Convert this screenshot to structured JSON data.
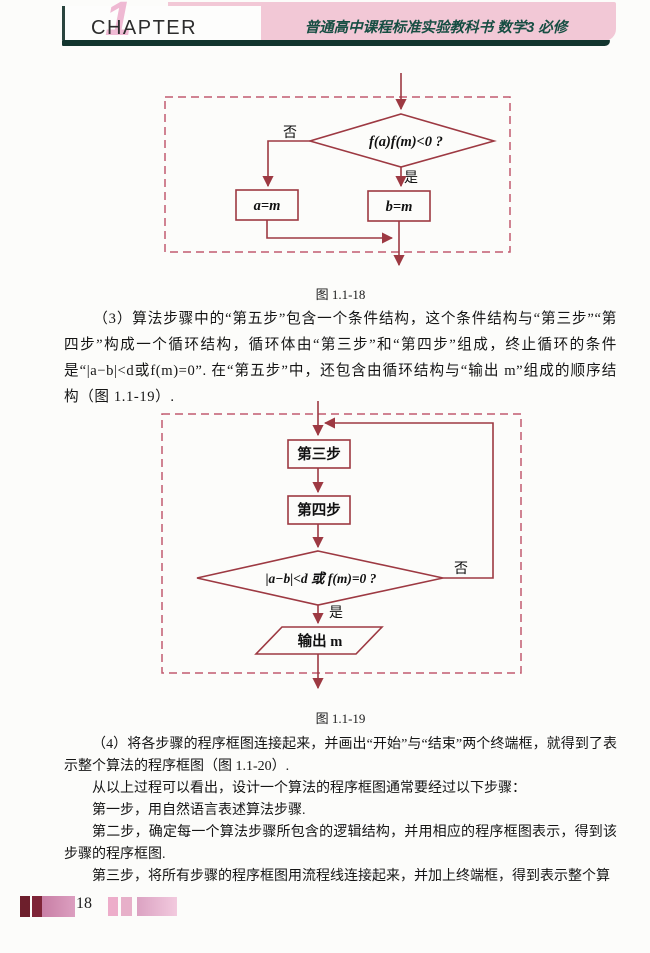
{
  "header": {
    "chapter_label": "CHAPTER",
    "chapter_number": "1",
    "book_title": "普通高中课程标准实验教科书  数学3  必修"
  },
  "figure1": {
    "condition": "f(a)f(m)<0 ?",
    "no_label": "否",
    "yes_label": "是",
    "box_a": "a=m",
    "box_b": "b=m",
    "caption": "图 1.1-18"
  },
  "figure2": {
    "step3": "第三步",
    "step4": "第四步",
    "condition": "|a−b|<d 或 f(m)=0 ?",
    "no_label": "否",
    "yes_label": "是",
    "output": "输出 m",
    "caption": "图 1.1-19"
  },
  "paragraphs": {
    "p3": "（3）算法步骤中的“第五步”包含一个条件结构，这个条件结构与“第三步”“第四步”构成一个循环结构，循环体由“第三步”和“第四步”组成，终止循环的条件是“|a−b|<d或f(m)=0”. 在“第五步”中，还包含由循环结构与“输出 m”组成的顺序结构（图 1.1-19）.",
    "p4": "（4）将各步骤的程序框图连接起来，并画出“开始”与“结束”两个终端框，就得到了表示整个算法的程序框图（图 1.1-20）.",
    "p5": "从以上过程可以看出，设计一个算法的程序框图通常要经过以下步骤：",
    "p6": "第一步，用自然语言表述算法步骤.",
    "p7": "第二步，确定每一个算法步骤所包含的逻辑结构，并用相应的程序框图表示，得到该步骤的程序框图.",
    "p8": "第三步，将所有步骤的程序框图用流程线连接起来，并加上终端框，得到表示整个算"
  },
  "footer": {
    "page_number": "18"
  },
  "colors": {
    "flow_line": "#9d3942",
    "flow_dash": "#c25b70",
    "header_pink": "#f2c8d6",
    "header_teal": "#174e43",
    "shadow_teal": "#12352e",
    "footer_maroon_dark": "#6d1f2c",
    "footer_maroon": "#7e2437",
    "footer_pink": "#dfa2c2"
  }
}
